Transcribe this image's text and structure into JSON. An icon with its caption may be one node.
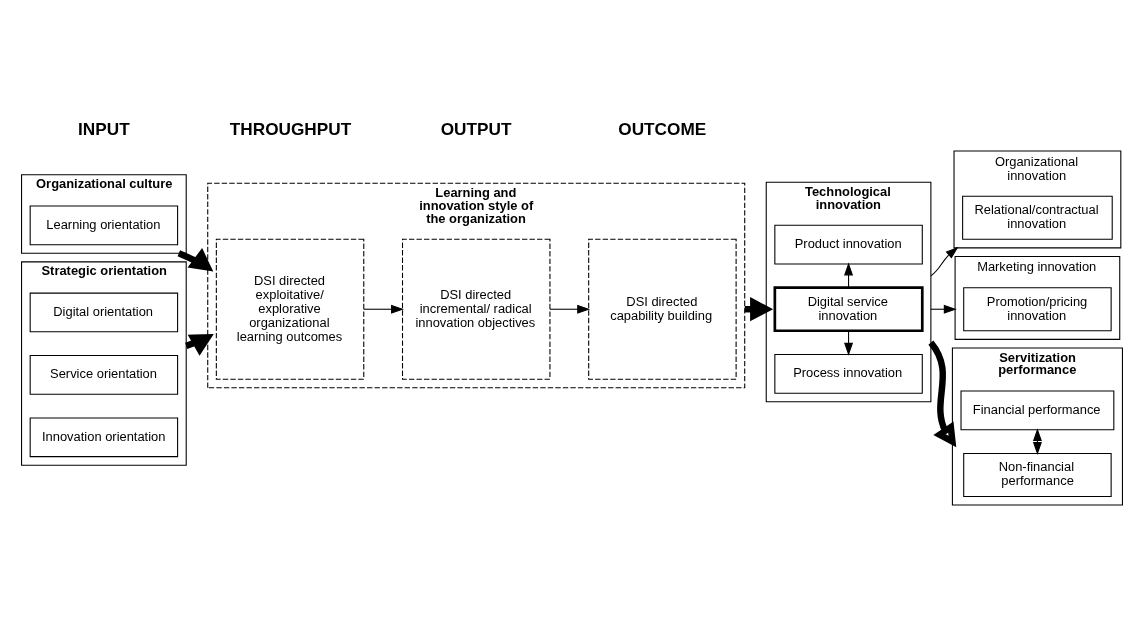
{
  "diagram": {
    "nodes": [
      {
        "text": [
          "Organizational culture"
        ]
      },
      {
        "text": [
          "Learning orientation"
        ],
        "in": 0
      },
      {
        "text": [
          "Strategic orientation"
        ]
      },
      {
        "text": [
          "Digital orientation"
        ],
        "in": 2
      },
      {
        "text": [
          "Service orientation"
        ],
        "in": 2
      },
      {
        "text": [
          "Innovation orientation"
        ],
        "in": 2
      },
      {
        "text": [
          "Learning and innovation style of the organization"
        ]
      },
      {
        "text": [
          "DSI directed exploitative/ explorative organizational learning outcomes"
        ],
        "in": 6
      },
      {
        "text": [
          "DSI directed incremental/ radical innovation objectives"
        ],
        "in": 6
      },
      {
        "text": [
          "DSI directed capability building"
        ],
        "in": 6
      },
      {
        "text": [
          "Organizational innovation"
        ]
      },
      {
        "text": [
          "Relational/contractual innovation"
        ],
        "in": 10
      },
      {
        "text": [
          "Technological innovation"
        ]
      },
      {
        "text": [
          "Product innovation"
        ],
        "in": 12
      },
      {
        "text": [
          "Digital service innovation"
        ],
        "in": 12
      },
      {
        "text": [
          "Process innovation"
        ],
        "in": 12
      },
      {
        "text": [
          "Marketing innovation"
        ]
      },
      {
        "text": [
          "Promotion/pricing innovation"
        ],
        "in": 16
      },
      {
        "text": [
          "Servitization performance"
        ]
      },
      {
        "text": [
          "Financial performance"
        ],
        "in": 18
      },
      {
        "text": [
          "Non-financial performance"
        ],
        "in": 18
      }
    ],
    "edges": [
      {
        "from": 0,
        "to": 6,
        "arrow": "to",
        "style": "thick"
      },
      {
        "from": 2,
        "to": 6,
        "arrow": "to",
        "style": "thick"
      },
      {
        "from": 7,
        "to": 8,
        "arrow": "to"
      },
      {
        "from": 8,
        "to": 9,
        "arrow": "to"
      },
      {
        "from": 6,
        "to": 12,
        "arrow": "to",
        "style": "thick"
      },
      {
        "from": 12,
        "to": 10,
        "arrow": "to"
      },
      {
        "from": 12,
        "to": 16,
        "arrow": "to"
      },
      {
        "from": 14,
        "to": 13,
        "arrow": "to"
      },
      {
        "from": 14,
        "to": 15,
        "arrow": "to"
      },
      {
        "from": 12,
        "to": 18,
        "arrow": "to",
        "style": "thick"
      },
      {
        "from": 19,
        "to": 20,
        "arrow": "both"
      }
    ],
    "labels": [
      "INPUT",
      "THROUGHPUT",
      "OUTPUT",
      "OUTCOME"
    ]
  }
}
